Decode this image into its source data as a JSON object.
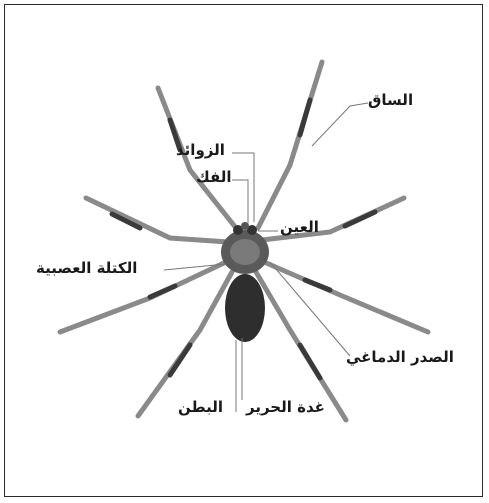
{
  "colors": {
    "leg": "#8a8a8a",
    "leg_dark": "#3a3a3a",
    "body": "#4a4a4a",
    "abdomen": "#2e2e2e",
    "leader": "#777777"
  },
  "labels": {
    "leg": "الساق",
    "pedipalps": "الزوائد",
    "chelicerae": "الفك",
    "eye": "العين",
    "ganglion": "الكتلة العصبية",
    "cephalothorax": "الصدر الدماغي",
    "silk_gland": "غدة الحرير",
    "abdomen": "البطن"
  }
}
